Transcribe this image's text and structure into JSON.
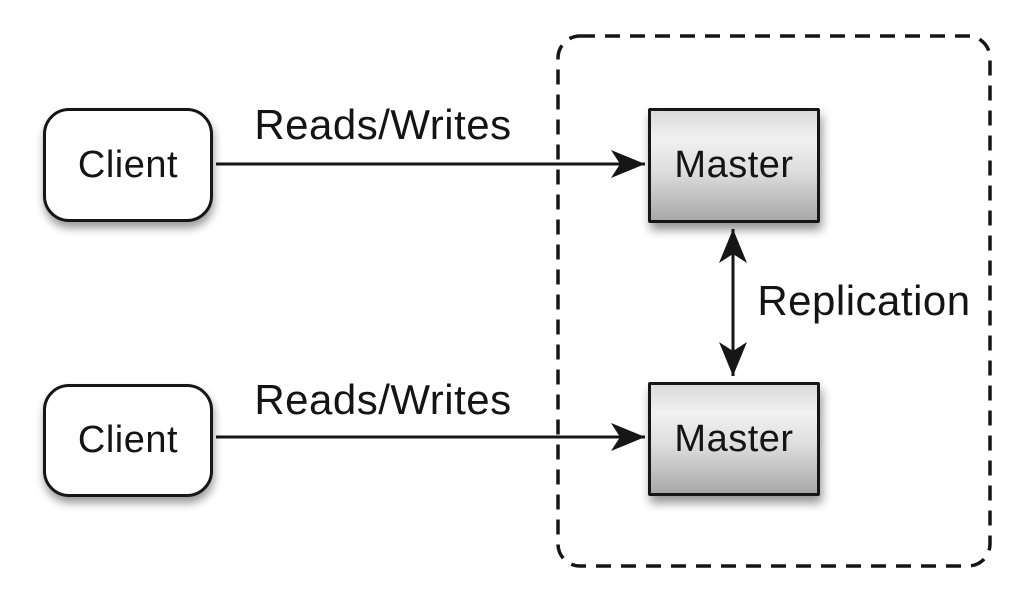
{
  "diagram": {
    "type": "architecture-diagram",
    "background": "#ffffff",
    "nodes": {
      "client_top": {
        "label": "Client",
        "shape": "rounded-rect"
      },
      "client_bottom": {
        "label": "Client",
        "shape": "rounded-rect"
      },
      "master_top": {
        "label": "Master",
        "shape": "rect"
      },
      "master_bottom": {
        "label": "Master",
        "shape": "rect"
      }
    },
    "edges": {
      "reads_writes_top": {
        "label": "Reads/Writes",
        "from": "client_top",
        "to": "master_top",
        "arrows": "single"
      },
      "reads_writes_bottom": {
        "label": "Reads/Writes",
        "from": "client_bottom",
        "to": "master_bottom",
        "arrows": "single"
      },
      "replication": {
        "label": "Replication",
        "from": "master_top",
        "to": "master_bottom",
        "arrows": "double"
      }
    },
    "group": {
      "style": "dashed-rounded-rect",
      "contains": "master_top, master_bottom"
    },
    "colors": {
      "outline": "#161616",
      "text": "#141414",
      "client_fill": "#ffffff",
      "master_gradient_top": "#f1f1f1",
      "master_gradient_bottom": "#a8a8a8"
    }
  }
}
